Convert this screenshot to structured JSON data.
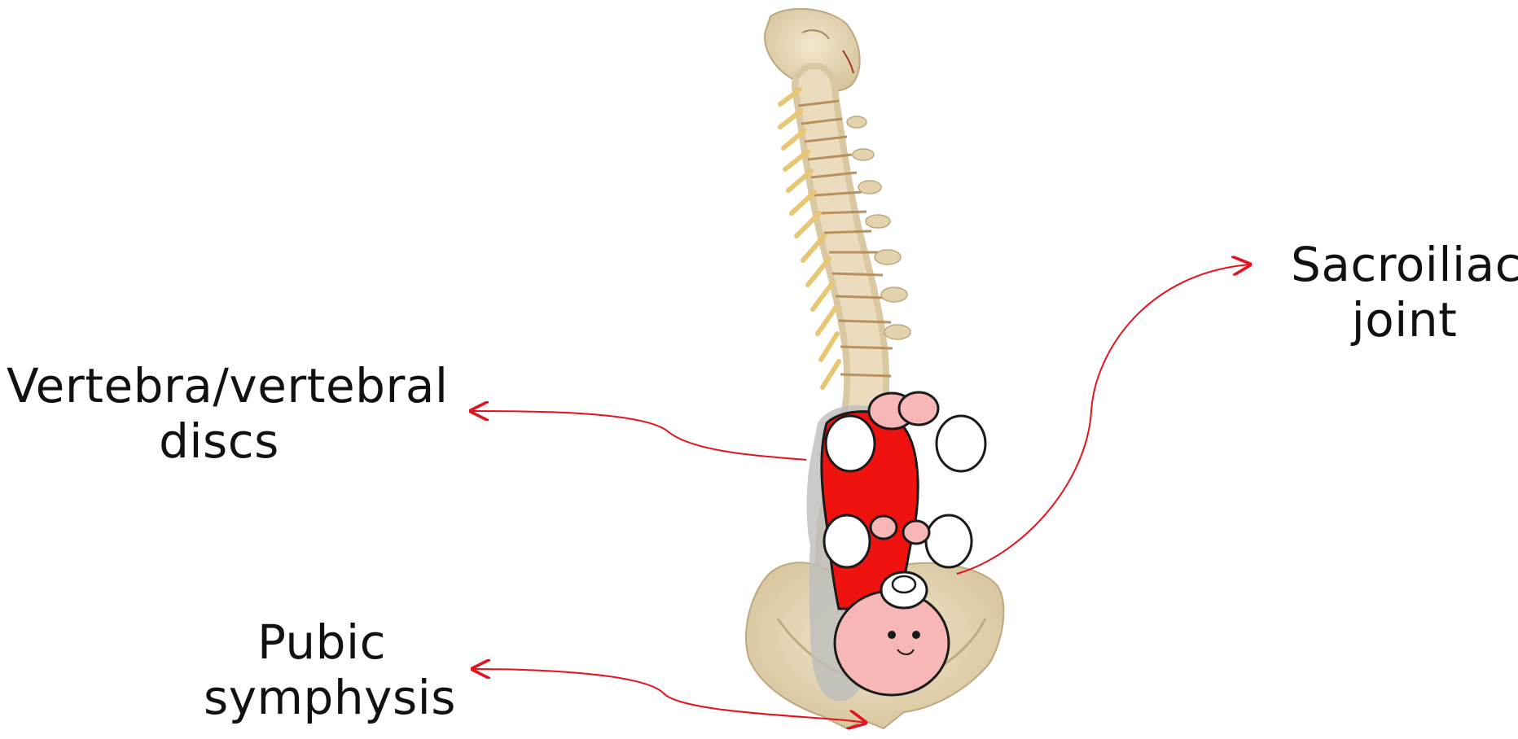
{
  "labels": {
    "vertebra": {
      "line1": "Vertebra/vertebral",
      "line2": "discs"
    },
    "pubic": {
      "line1": "Pubic",
      "line2": "symphysis"
    },
    "sacroiliac": {
      "line1": "Sacroiliac",
      "line2": "joint"
    }
  },
  "colors": {
    "arrow": "#e4121b",
    "bone": "#eadcbc",
    "bone_shadow": "#c8b690",
    "nerve": "#e8c774",
    "baby_suit": "#f0120f",
    "baby_skin": "#f7b7b7"
  }
}
